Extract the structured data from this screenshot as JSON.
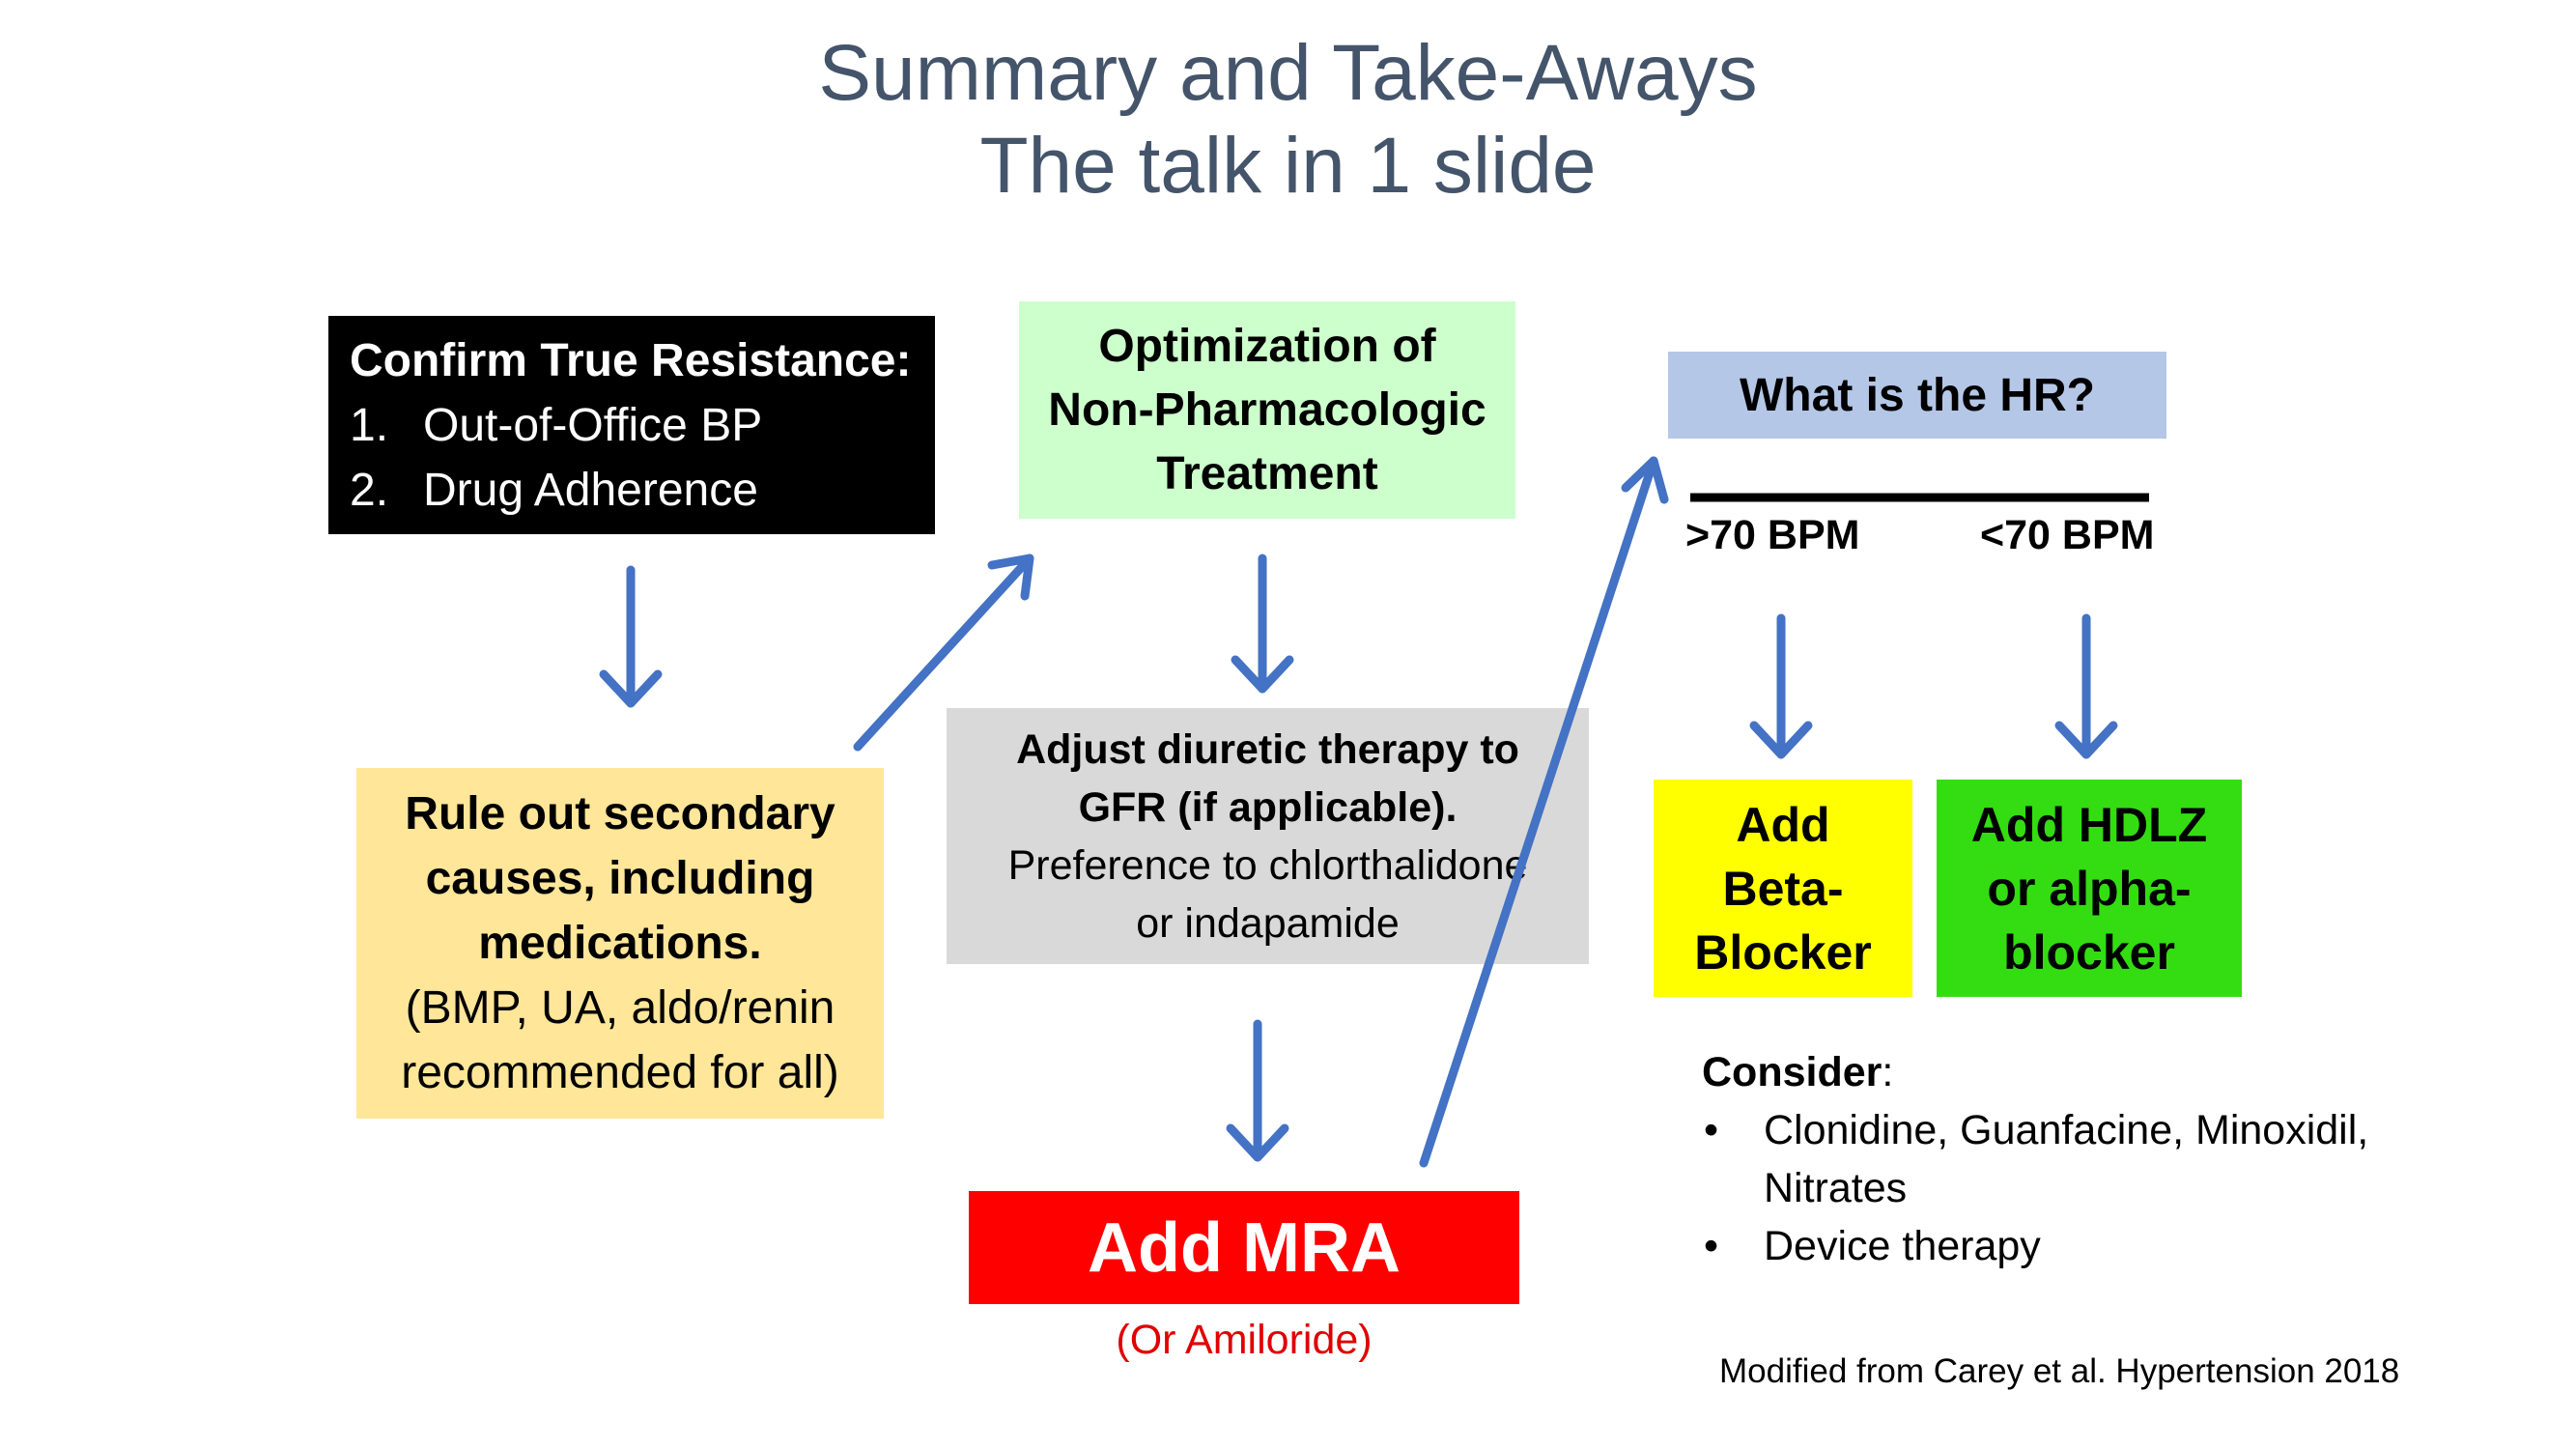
{
  "title": {
    "line1": "Summary and Take-Aways",
    "line2": "The talk in 1 slide"
  },
  "confirm_box": {
    "heading": "Confirm True Resistance:",
    "items": [
      {
        "num": "1.",
        "text": "Out-of-Office BP"
      },
      {
        "num": "2.",
        "text": "Drug Adherence"
      }
    ]
  },
  "optimization_box": {
    "line1": "Optimization of",
    "line2": "Non-Pharmacologic",
    "line3": "Treatment"
  },
  "rule_out_box": {
    "line1": "Rule out secondary",
    "line2": "causes, including",
    "line3": "medications.",
    "line4": "(BMP, UA, aldo/renin",
    "line5": "recommended for all)"
  },
  "adjust_box": {
    "line1": "Adjust diuretic therapy to",
    "line2": "GFR (if applicable).",
    "line3": "Preference to chlorthalidone",
    "line4": "or indapamide"
  },
  "mra_box": {
    "label": "Add MRA",
    "subtitle": "(Or Amiloride)"
  },
  "hr_box": {
    "question": "What is the HR?",
    "branch_high": ">70 BPM",
    "branch_low": "<70 BPM"
  },
  "beta_box": {
    "line1": "Add",
    "line2": "Beta-",
    "line3": "Blocker"
  },
  "hdlz_box": {
    "line1": "Add HDLZ",
    "line2": "or alpha-",
    "line3": "blocker"
  },
  "consider": {
    "heading": "Consider",
    "suffix": ":",
    "items": [
      {
        "line1": "Clonidine, Guanfacine, Minoxidil,",
        "line2": "Nitrates"
      },
      {
        "line1": "Device therapy",
        "line2": ""
      }
    ]
  },
  "credit": "Modified from Carey et al. Hypertension 2018",
  "colors": {
    "title": "#44546a",
    "arrow": "#4472c4",
    "confirm_bg": "#000000",
    "optimization_bg": "#ccffcc",
    "hr_bg": "#b4c7e7",
    "rule_out_bg": "#ffe699",
    "adjust_bg": "#d9d9d9",
    "mra_bg": "#ff0000",
    "beta_bg": "#ffff00",
    "hdlz_bg": "#33dd11",
    "amiloride_text": "#e00000"
  }
}
